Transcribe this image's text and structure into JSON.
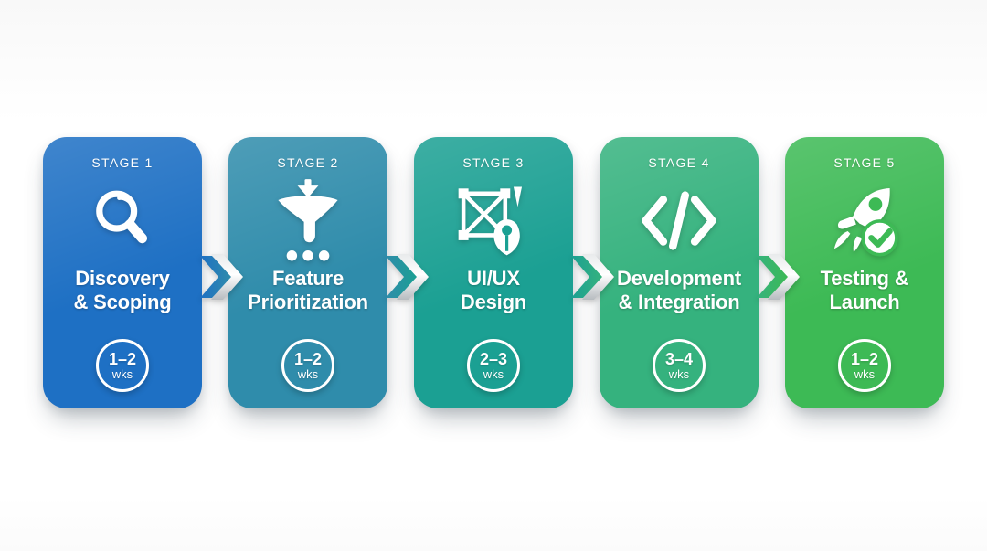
{
  "stages": [
    {
      "label": "STAGE 1",
      "title_line1": "Discovery",
      "title_line2": "& Scoping",
      "duration": "1–2",
      "unit": "wks",
      "color": "#1e70c4",
      "icon": "magnifier-icon"
    },
    {
      "label": "STAGE 2",
      "title_line1": "Feature",
      "title_line2": "Prioritization",
      "duration": "1–2",
      "unit": "wks",
      "color": "#2f8cab",
      "icon": "funnel-icon"
    },
    {
      "label": "STAGE 3",
      "title_line1": "UI/UX",
      "title_line2": "Design",
      "duration": "2–3",
      "unit": "wks",
      "color": "#1ba093",
      "icon": "pen-tool-icon"
    },
    {
      "label": "STAGE 4",
      "title_line1": "Development",
      "title_line2": "& Integration",
      "duration": "3–4",
      "unit": "wks",
      "color": "#35b27e",
      "icon": "code-icon"
    },
    {
      "label": "STAGE 5",
      "title_line1": "Testing &",
      "title_line2": "Launch",
      "duration": "1–2",
      "unit": "wks",
      "color": "#3dba55",
      "icon": "rocket-check-icon"
    }
  ]
}
